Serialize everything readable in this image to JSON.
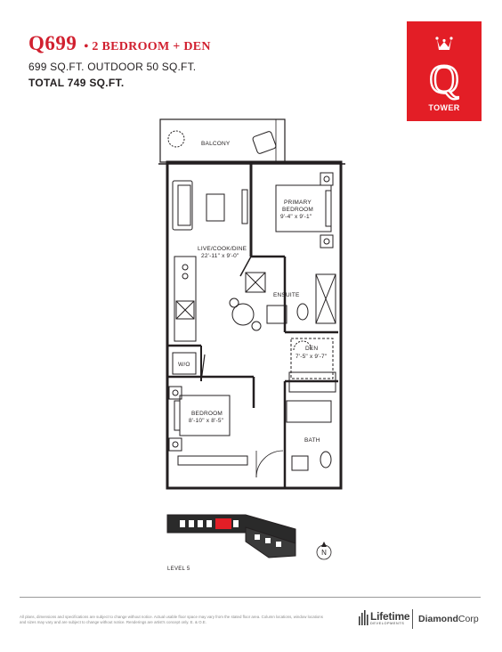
{
  "unit": {
    "code": "Q699",
    "type": "• 2 BEDROOM + DEN",
    "area_line": "699 SQ.FT. OUTDOOR 50 SQ.FT.",
    "total_line": "TOTAL 749 SQ.FT."
  },
  "brand": {
    "letter": "Q",
    "name": "TOWER",
    "color": "#e31e26"
  },
  "rooms": {
    "balcony": "BALCONY",
    "primary_bedroom": "PRIMARY",
    "primary_bedroom_2": "BEDROOM",
    "primary_bedroom_dims": "9'-4\" x 9'-1\"",
    "live": "LIVE/COOK/DINE",
    "live_dims": "22'-11\" x 9'-0\"",
    "ensuite": "ENSUITE",
    "den": "DEN",
    "den_dims": "7'-5\" x 9'-7\"",
    "wo": "W/O",
    "bedroom": "BEDROOM",
    "bedroom_dims": "8'-10\" x 8'-5\"",
    "bath": "BATH"
  },
  "keyplan": {
    "level": "LEVEL 5",
    "compass": "N"
  },
  "footer": {
    "disclaimer": "All plans, dimensions and specifications are subject to change without notice. Actual usable floor space may vary from the stated floor area. Column locations, window locations and sizes may vary and are subject to change without notice. Renderings are artist's concept only. E. & O.E.",
    "developer_1": "Lifetime",
    "developer_1_sub": "DEVELOPMENTS",
    "developer_2_bold": "Diamond",
    "developer_2_rest": "Corp"
  }
}
